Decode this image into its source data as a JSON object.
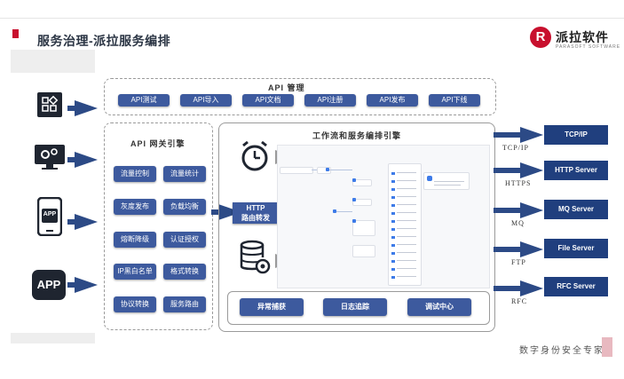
{
  "header": {
    "title": "服务治理-派拉服务编排",
    "logo_letter": "R",
    "logo_name": "派拉软件",
    "logo_sub": "PARASOFT SOFTWARE"
  },
  "clients": [
    {
      "icon": "grid-icon"
    },
    {
      "icon": "monitor-gear-icon"
    },
    {
      "icon": "mobile-app-icon",
      "label": "APP"
    },
    {
      "icon": "app-badge-icon",
      "label": "APP"
    }
  ],
  "api_manage": {
    "title": "API 管理",
    "items": [
      "API测试",
      "API导入",
      "API文档",
      "API注册",
      "API发布",
      "API下线"
    ]
  },
  "gateway": {
    "title": "API 网关引擎",
    "items": [
      "流量控制",
      "流量统计",
      "灰度发布",
      "负载均衡",
      "熔断降级",
      "认证授权",
      "IP黑白名单",
      "格式转换",
      "协议转换",
      "服务路由"
    ]
  },
  "engine": {
    "title": "工作流和服务编排引擎",
    "http_label_1": "HTTP",
    "http_label_2": "路由转发",
    "bottom": [
      "异常捕获",
      "日志追踪",
      "调试中心"
    ]
  },
  "outputs": [
    {
      "label": "TCP/IP",
      "box": "TCP/IP"
    },
    {
      "label": "HTTPS",
      "box": "HTTP Server"
    },
    {
      "label": "MQ",
      "box": "MQ Server"
    },
    {
      "label": "FTP",
      "box": "File Server"
    },
    {
      "label": "RFC",
      "box": "RFC Server"
    }
  ],
  "footer": "数字身份安全专家",
  "colors": {
    "accent": "#3d5a9e",
    "dark": "#203f7e",
    "brand": "#c8102e"
  }
}
